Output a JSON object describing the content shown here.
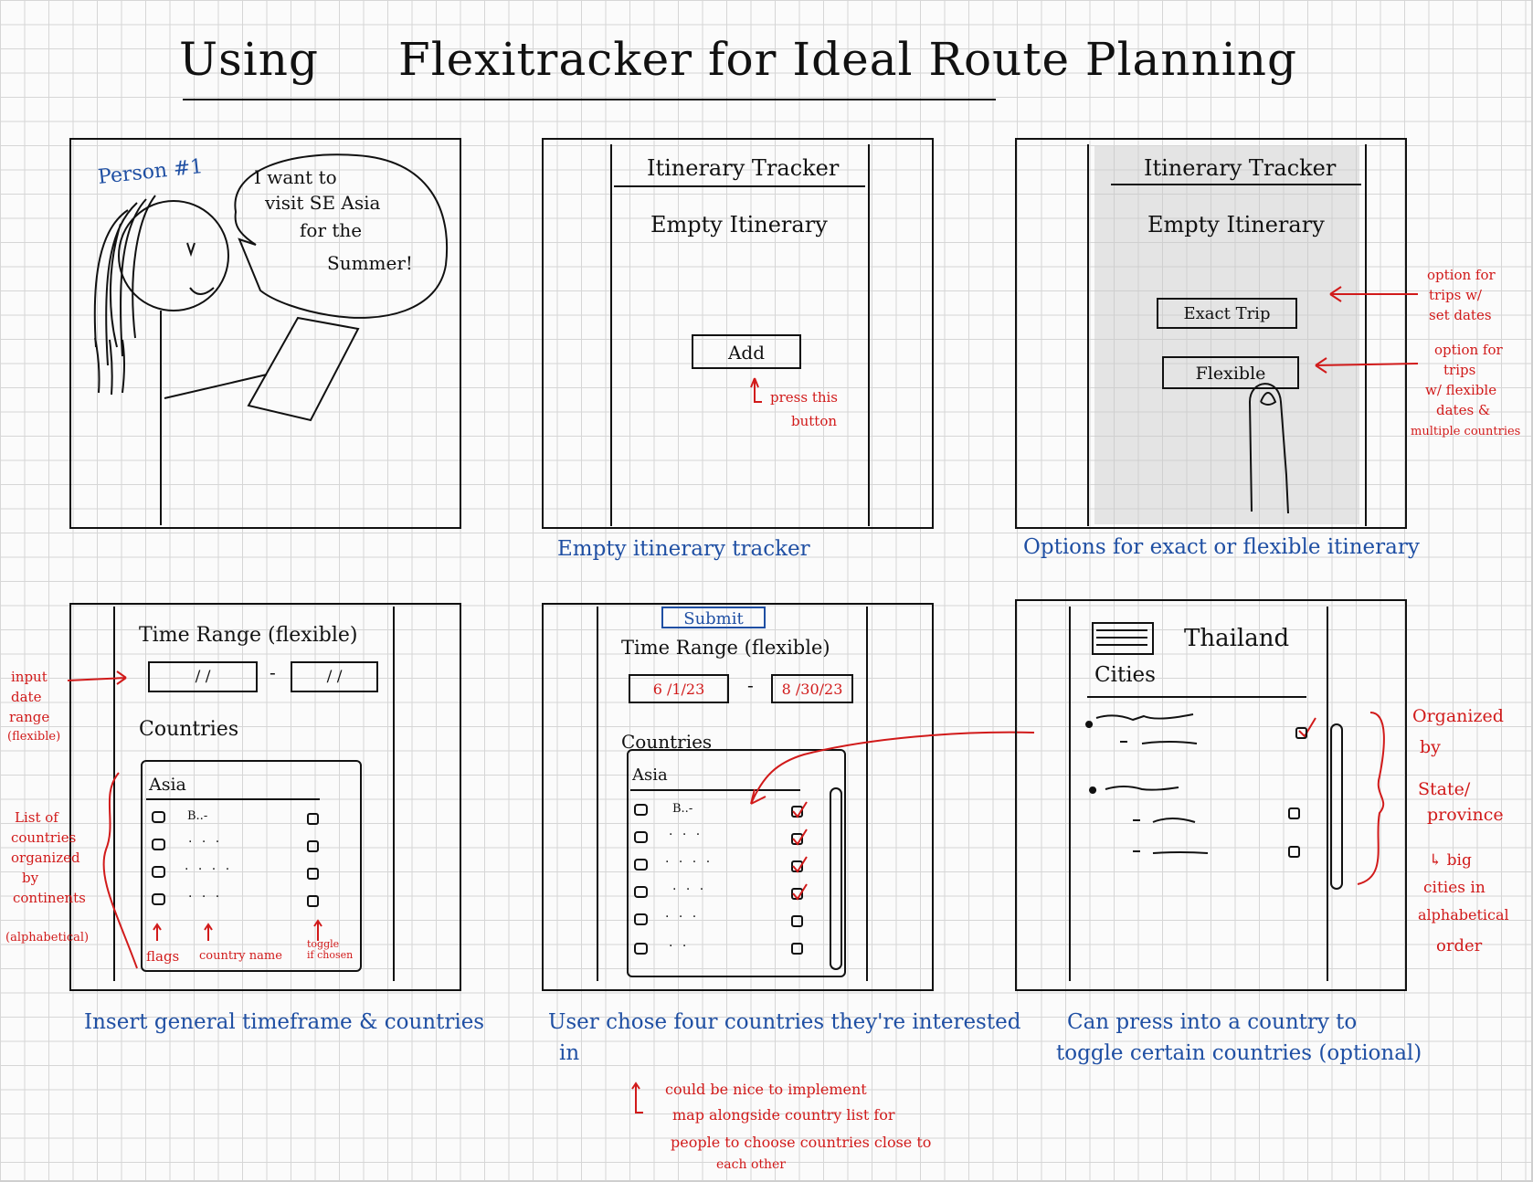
{
  "title": {
    "word1": "Using",
    "rest": "Flexitracker for Ideal Route Planning"
  },
  "panel1": {
    "person_label": "Person #1",
    "speech_lines": [
      "I want to",
      "visit SE Asia",
      "for the",
      "Summer!"
    ]
  },
  "panel2": {
    "header": "Itinerary Tracker",
    "empty_text": "Empty Itinerary",
    "add_button": "Add",
    "note_lines": [
      "press this",
      "button"
    ],
    "caption": "Empty itinerary tracker"
  },
  "panel3": {
    "header": "Itinerary Tracker",
    "empty_text": "Empty Itinerary",
    "exact_button": "Exact Trip",
    "flexible_button": "Flexible",
    "note_exact": [
      "option for",
      "trips w/",
      "set dates"
    ],
    "note_flexible": [
      "option for",
      "trips",
      "w/ flexible",
      "dates &",
      "multiple countries"
    ],
    "caption": "Options for exact or flexible itinerary"
  },
  "panel4": {
    "time_range": "Time Range (flexible)",
    "date_start": "/ /",
    "date_dash": "-",
    "date_end": "/ /",
    "countries": "Countries",
    "continent": "Asia",
    "row1_name": "B..-",
    "note_input": [
      "input",
      "date",
      "range",
      "(flexible)"
    ],
    "note_list": [
      "List of",
      "countries",
      "organized",
      "by",
      "continents",
      "(alphabetical)"
    ],
    "label_flags": "flags",
    "label_country": "country name",
    "label_toggle": [
      "toggle",
      "if chosen"
    ],
    "caption": "Insert general timeframe & countries"
  },
  "panel5": {
    "submit": "Submit",
    "time_range": "Time Range (flexible)",
    "date_start": "6 /1/23",
    "date_dash": "-",
    "date_end": "8 /30/23",
    "countries": "Countries",
    "continent": "Asia",
    "row1_name": "B..-",
    "caption_line1": "User chose four countries they're interested",
    "caption_line2": "in",
    "note_lines": [
      "could be nice to implement",
      "map alongside country list for",
      "people to choose countries close to",
      "each other"
    ]
  },
  "panel6": {
    "country": "Thailand",
    "cities": "Cities",
    "note_lines": [
      "Organized",
      "by",
      "State/",
      "province",
      "↳ big",
      "cities in",
      "alphabetical",
      "order"
    ],
    "caption_line1": "Can press into a country to",
    "caption_line2": "toggle certain countries (optional)"
  },
  "colors": {
    "ink": "#111111",
    "blue_pen": "#1f4fa3",
    "red_pen": "#d11a1a",
    "grid": "#d6d6d6"
  }
}
